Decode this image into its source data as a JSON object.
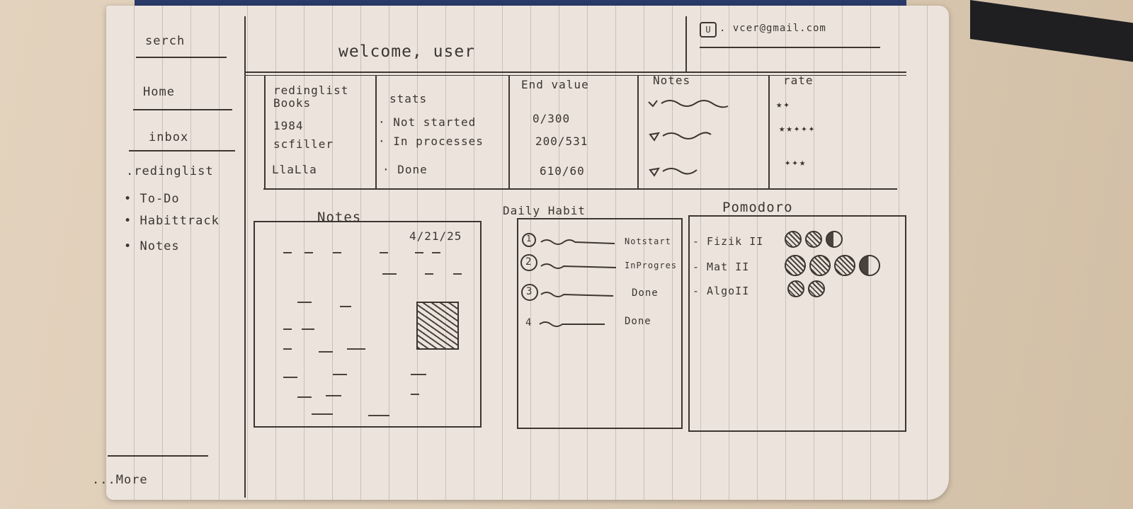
{
  "header": {
    "welcome": "welcome, user",
    "user_badge": "U",
    "user_email": ". vcer@gmail.com"
  },
  "sidebar": {
    "search": "serch",
    "home": "Home",
    "inbox": "inbox",
    "sub_items": [
      ".redinglist",
      "• To-Do",
      "• Habittrack",
      "• Notes"
    ],
    "more": "...More"
  },
  "reading_table": {
    "headers": [
      "redinglist",
      "stats",
      "End value",
      "Notes",
      "rate"
    ],
    "rows": [
      {
        "name": "Books",
        "status": "",
        "value": "",
        "rate": ""
      },
      {
        "name": "1984",
        "status": "· Not started",
        "value": "0/300",
        "rate": "★✦"
      },
      {
        "name": "scfiller",
        "status": "· In processes",
        "value": "200/531",
        "rate": "★★✦✦✦"
      },
      {
        "name": "LlaLla",
        "status": "· Done",
        "value": "610/60",
        "rate": "✦✦★"
      }
    ]
  },
  "notes_panel": {
    "title": "Notes",
    "date": "4/21/25"
  },
  "habit_panel": {
    "title": "Daily Habit",
    "items": [
      {
        "num": "1",
        "status": "Notstart"
      },
      {
        "num": "2",
        "status": "InProgres"
      },
      {
        "num": "3",
        "status": "Done"
      },
      {
        "num": "4",
        "status": "Done"
      }
    ]
  },
  "pomodoro_panel": {
    "title": "Pomodoro",
    "subjects": [
      {
        "name": "- Fizik II",
        "count": 3
      },
      {
        "name": "- Mat II",
        "count": 4
      },
      {
        "name": "- AlgoII",
        "count": 2
      }
    ]
  }
}
